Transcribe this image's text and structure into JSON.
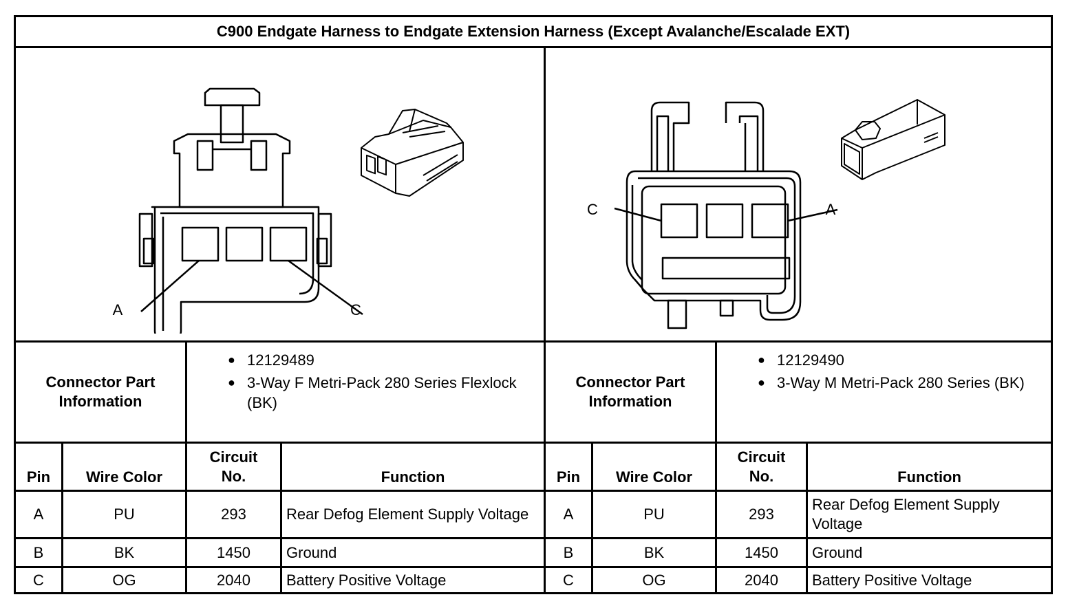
{
  "title": "C900 Endgate Harness to Endgate Extension Harness (Except Avalanche/Escalade EXT)",
  "connectors": [
    {
      "pin_labels": {
        "left": "A",
        "right": "C"
      },
      "info_label": "Connector Part Information",
      "part_number": "12129489",
      "description": "3-Way F Metri-Pack 280 Series Flexlock (BK)",
      "headers": {
        "pin": "Pin",
        "wire_color": "Wire Color",
        "circuit": "Circuit No.",
        "function": "Function"
      },
      "rows": [
        {
          "pin": "A",
          "wire_color": "PU",
          "circuit": "293",
          "function": "Rear Defog Element Supply Voltage"
        },
        {
          "pin": "B",
          "wire_color": "BK",
          "circuit": "1450",
          "function": "Ground"
        },
        {
          "pin": "C",
          "wire_color": "OG",
          "circuit": "2040",
          "function": "Battery Positive Voltage"
        }
      ]
    },
    {
      "pin_labels": {
        "left": "C",
        "right": "A"
      },
      "info_label": "Connector Part Information",
      "part_number": "12129490",
      "description": "3-Way M Metri-Pack 280 Series (BK)",
      "headers": {
        "pin": "Pin",
        "wire_color": "Wire Color",
        "circuit": "Circuit No.",
        "function": "Function"
      },
      "rows": [
        {
          "pin": "A",
          "wire_color": "PU",
          "circuit": "293",
          "function": "Rear Defog Element Supply Voltage"
        },
        {
          "pin": "B",
          "wire_color": "BK",
          "circuit": "1450",
          "function": "Ground"
        },
        {
          "pin": "C",
          "wire_color": "OG",
          "circuit": "2040",
          "function": "Battery Positive Voltage"
        }
      ]
    }
  ]
}
